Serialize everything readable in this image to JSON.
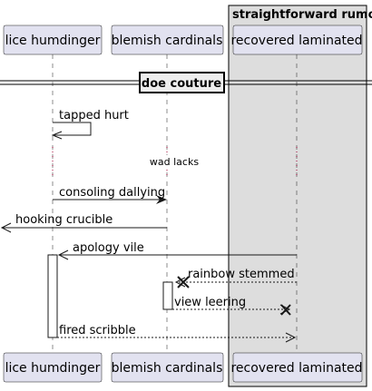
{
  "participants": [
    {
      "id": "p1",
      "name": "lice humdinger"
    },
    {
      "id": "p2",
      "name": "blemish cardinals"
    },
    {
      "id": "p3",
      "name": "recovered laminated"
    }
  ],
  "group": {
    "title": "straightforward rumors"
  },
  "divider": {
    "label": "doe couture"
  },
  "delay": {
    "label": "wad lacks"
  },
  "messages": [
    {
      "id": "m1",
      "label": "tapped hurt",
      "from": "p1",
      "to": "p1",
      "style": "solid"
    },
    {
      "id": "m2",
      "label": "consoling dallying",
      "from": "p1",
      "to": "p2",
      "style": "solid"
    },
    {
      "id": "m3",
      "label": "hooking crucible",
      "from": "p2",
      "to": "offscreen-left",
      "style": "solid"
    },
    {
      "id": "m4",
      "label": "apology vile",
      "from": "p3",
      "to": "p1",
      "style": "solid"
    },
    {
      "id": "m5",
      "label": "rainbow stemmed",
      "from": "p3",
      "to": "p2",
      "style": "dashed",
      "end": "destroy"
    },
    {
      "id": "m6",
      "label": "view leering",
      "from": "p2",
      "to": "p3",
      "style": "dashed",
      "end": "destroy"
    },
    {
      "id": "m7",
      "label": "fired scribble",
      "from": "p1",
      "to": "p3",
      "style": "dashed"
    }
  ]
}
